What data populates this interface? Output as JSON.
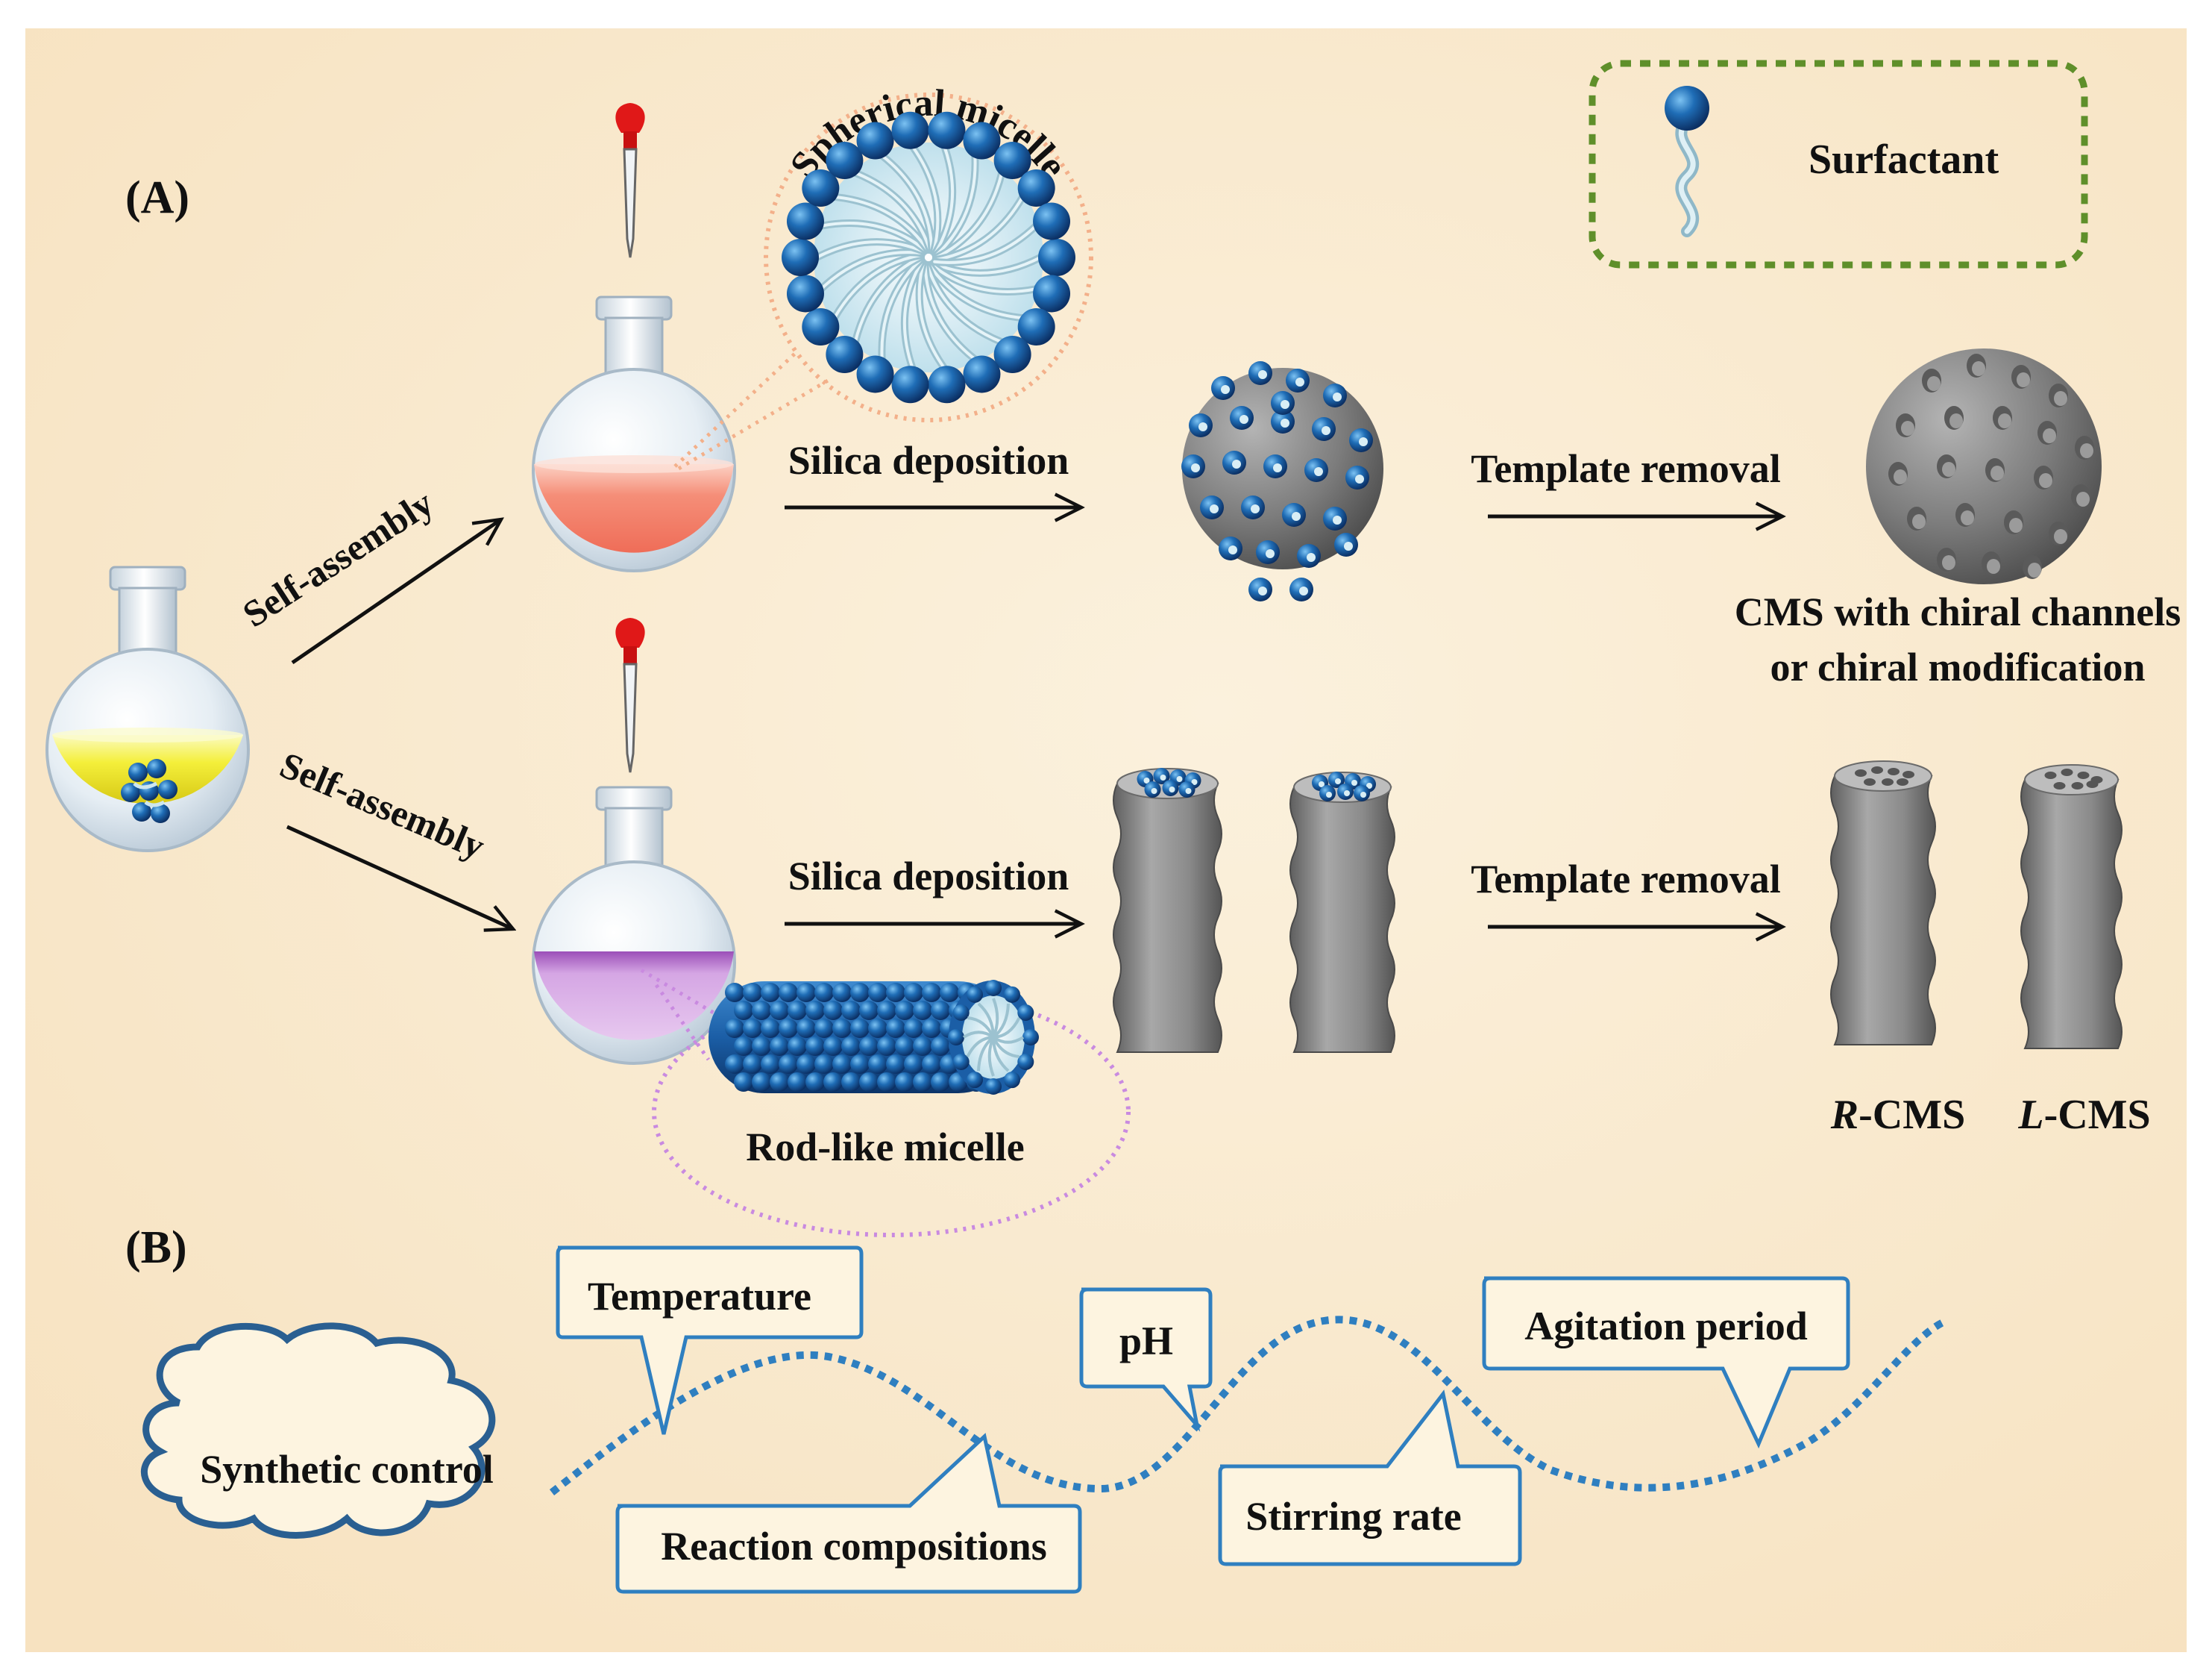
{
  "panel_a": {
    "label": "(A)",
    "legend": {
      "text": "Surfactant"
    },
    "spherical_micelle_label": "Spherical micelle",
    "rod_micelle_label": "Rod-like micelle",
    "arrows": {
      "self_assembly_top": "Self-assembly",
      "self_assembly_bottom": "Self-assembly",
      "silica_deposition_top": "Silica deposition",
      "silica_deposition_bottom": "Silica deposition",
      "template_removal_top": "Template removal",
      "template_removal_bottom": "Template removal"
    },
    "product_top": {
      "line1": "CMS with chiral channels",
      "line2": "or chiral modification"
    },
    "product_bottom": {
      "r": {
        "prefix": "R",
        "suffix": "-CMS"
      },
      "l": {
        "prefix": "L",
        "suffix": "-CMS"
      }
    }
  },
  "panel_b": {
    "label": "(B)",
    "cloud_text": "Synthetic control",
    "callouts": {
      "temperature": "Temperature",
      "reaction_compositions": "Reaction compositions",
      "ph": "pH",
      "stirring_rate": "Stirring rate",
      "agitation_period": "Agitation period"
    }
  },
  "colors": {
    "background": "#fbf0d6",
    "bead": "#1f63a8",
    "wave": "#2f7fc0",
    "callout_stroke": "#2f7fc0",
    "cloud_stroke": "#2a5f91",
    "legend_border": "#5f8f2a",
    "sphere_circle": "#f3b08a",
    "rod_circle": "#c98ae0",
    "pipette_bulb": "#e01818",
    "liquid_yellow": "#f4ef3a",
    "liquid_pink": "#f58e78",
    "liquid_purple": "#c07ad0"
  }
}
